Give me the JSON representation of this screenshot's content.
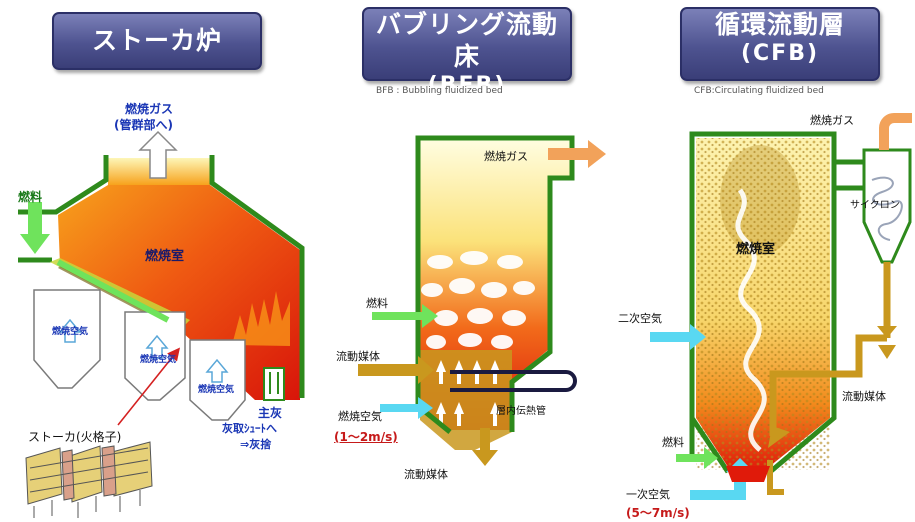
{
  "headers": {
    "stoker": "ストーカ炉",
    "bfb_line1": "バブリング流動床",
    "bfb_line2": "(BFB)",
    "cfb_line1": "循環流動層",
    "cfb_line2": "(CFB)"
  },
  "subtitles": {
    "bfb": "BFB : Bubbling fluidized bed",
    "cfb": "CFB:Circulating fluidized bed"
  },
  "stoker": {
    "exhaust_line1": "燃焼ガス",
    "exhaust_line2": "(管群部へ)",
    "fuel": "燃料",
    "chamber": "燃焼室",
    "combustion_air": "燃焼空気",
    "grate": "ストーカ(火格子)",
    "ash_line1": "主灰",
    "ash_line2": "灰取ｼｭｰﾄへ",
    "ash_line3": "⇒灰捨"
  },
  "bfb": {
    "exhaust": "燃焼ガス",
    "fuel": "燃料",
    "medium": "流動媒体",
    "tube": "層内伝熱管",
    "air": "燃焼空気",
    "velocity": "(1～2m/s)",
    "medium_out": "流動媒体"
  },
  "cfb": {
    "exhaust": "燃焼ガス",
    "cyclone": "サイクロン",
    "chamber": "燃焼室",
    "secondary_air": "二次空気",
    "medium": "流動媒体",
    "fuel": "燃料",
    "primary_air": "一次空気",
    "velocity": "(5～7m/s)"
  },
  "colors": {
    "wall": "#2e8a1c",
    "fire_hot": "#e8200a",
    "fire_warm": "#f79418",
    "media": "#c9981e",
    "air": "#59d8f2",
    "fuel": "#6fe35c",
    "gas": "#f2a25a",
    "header": "#4e5390"
  }
}
